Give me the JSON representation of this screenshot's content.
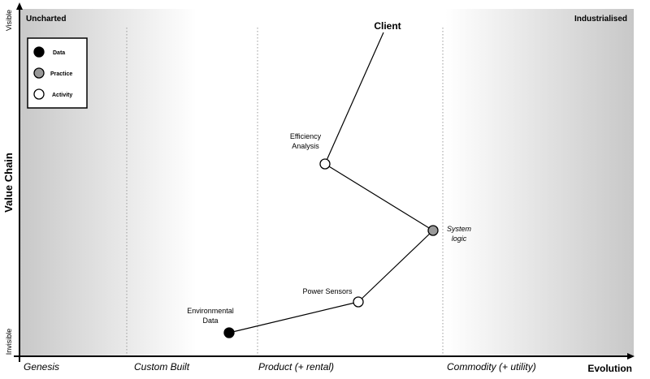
{
  "map": {
    "corner_left": "Uncharted",
    "corner_right": "Industrialised",
    "y_axis_label": "Value Chain",
    "y_top": "Visible",
    "y_bottom": "Invisible",
    "x_axis_label": "Evolution",
    "stages": [
      "Genesis",
      "Custom Built",
      "Product (+ rental)",
      "Commodity (+ utility)"
    ],
    "legend": [
      {
        "label": "Data",
        "color": "#000000"
      },
      {
        "label": "Practice",
        "color": "#999999"
      },
      {
        "label": "Activity",
        "color": "#ffffff"
      }
    ],
    "anchor": "Client",
    "components": [
      {
        "id": "efficiency",
        "lines": [
          "Efficiency",
          "Analysis"
        ],
        "type": "Activity",
        "color": "#ffffff"
      },
      {
        "id": "system",
        "lines": [
          "System",
          "logic"
        ],
        "type": "Practice",
        "color": "#999999"
      },
      {
        "id": "power",
        "lines": [
          "Power Sensors"
        ],
        "type": "Activity",
        "color": "#ffffff"
      },
      {
        "id": "env",
        "lines": [
          "Environmental",
          "Data"
        ],
        "type": "Data",
        "color": "#000000"
      }
    ],
    "links": [
      [
        "Client",
        "Efficiency Analysis"
      ],
      [
        "Efficiency Analysis",
        "System logic"
      ],
      [
        "System logic",
        "Power Sensors"
      ],
      [
        "Power Sensors",
        "Environmental Data"
      ]
    ]
  }
}
